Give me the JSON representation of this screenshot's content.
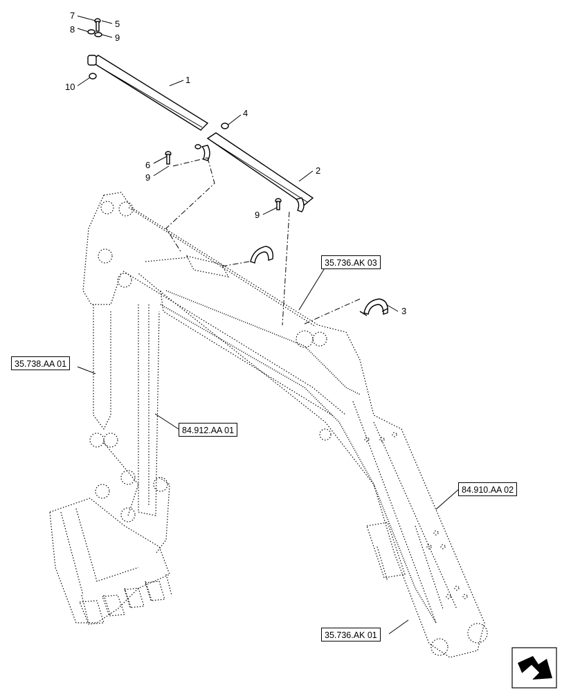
{
  "callouts": {
    "c1": "1",
    "c2": "2",
    "c3": "3",
    "c4": "4",
    "c5": "5",
    "c6": "6",
    "c7": "7",
    "c8": "8",
    "c9a": "9",
    "c9b": "9",
    "c9c": "9",
    "c10": "10"
  },
  "references": {
    "r_ak03": "35.736.AK 03",
    "r_aa01": "35.738.AA 01",
    "r_912": "84.912.AA 01",
    "r_910": "84.910.AA 02",
    "r_ak01": "35.736.AK 01"
  },
  "nav_icon": "direction-arrow-icon"
}
